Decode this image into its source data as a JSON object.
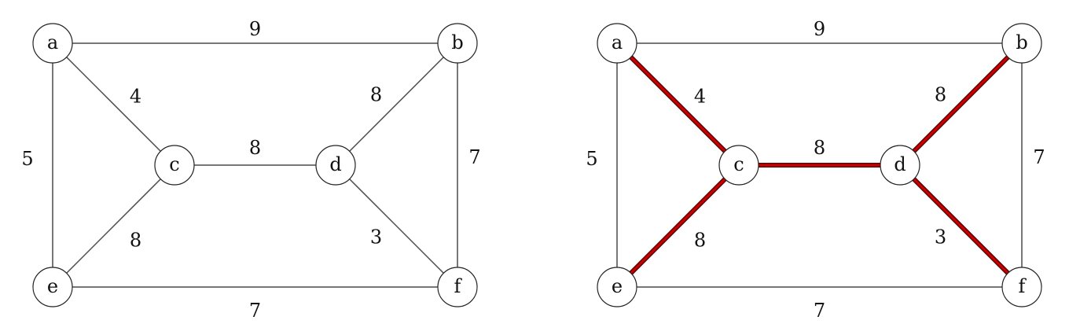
{
  "graphs": [
    {
      "id": "original",
      "nodes": [
        {
          "id": "a",
          "label": "a"
        },
        {
          "id": "b",
          "label": "b"
        },
        {
          "id": "c",
          "label": "c"
        },
        {
          "id": "d",
          "label": "d"
        },
        {
          "id": "e",
          "label": "e"
        },
        {
          "id": "f",
          "label": "f"
        }
      ],
      "edges": [
        {
          "from": "a",
          "to": "b",
          "weight": "9",
          "highlight": false
        },
        {
          "from": "a",
          "to": "c",
          "weight": "4",
          "highlight": false
        },
        {
          "from": "a",
          "to": "e",
          "weight": "5",
          "highlight": false
        },
        {
          "from": "c",
          "to": "d",
          "weight": "8",
          "highlight": false
        },
        {
          "from": "c",
          "to": "e",
          "weight": "8",
          "highlight": false
        },
        {
          "from": "d",
          "to": "b",
          "weight": "8",
          "highlight": false
        },
        {
          "from": "b",
          "to": "f",
          "weight": "7",
          "highlight": false
        },
        {
          "from": "d",
          "to": "f",
          "weight": "3",
          "highlight": false
        },
        {
          "from": "e",
          "to": "f",
          "weight": "7",
          "highlight": false
        }
      ]
    },
    {
      "id": "highlighted",
      "nodes": [
        {
          "id": "a",
          "label": "a"
        },
        {
          "id": "b",
          "label": "b"
        },
        {
          "id": "c",
          "label": "c"
        },
        {
          "id": "d",
          "label": "d"
        },
        {
          "id": "e",
          "label": "e"
        },
        {
          "id": "f",
          "label": "f"
        }
      ],
      "edges": [
        {
          "from": "a",
          "to": "b",
          "weight": "9",
          "highlight": false
        },
        {
          "from": "a",
          "to": "c",
          "weight": "4",
          "highlight": true
        },
        {
          "from": "a",
          "to": "e",
          "weight": "5",
          "highlight": false
        },
        {
          "from": "c",
          "to": "d",
          "weight": "8",
          "highlight": true
        },
        {
          "from": "c",
          "to": "e",
          "weight": "8",
          "highlight": true
        },
        {
          "from": "d",
          "to": "b",
          "weight": "8",
          "highlight": true
        },
        {
          "from": "b",
          "to": "f",
          "weight": "7",
          "highlight": false
        },
        {
          "from": "d",
          "to": "f",
          "weight": "3",
          "highlight": true
        },
        {
          "from": "e",
          "to": "f",
          "weight": "7",
          "highlight": false
        }
      ]
    }
  ],
  "colors": {
    "highlight": "#cc0000",
    "highlight_border": "#5a0000",
    "edge": "#4a4a4a"
  }
}
